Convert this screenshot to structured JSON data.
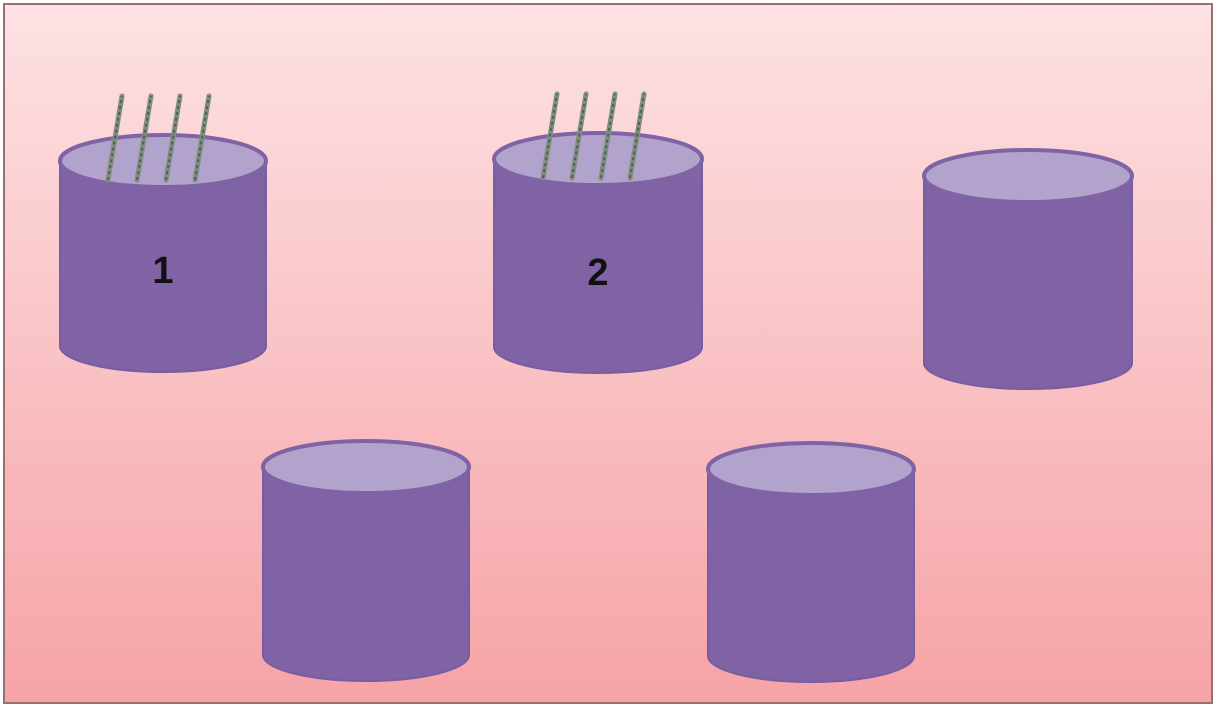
{
  "colors": {
    "background_top": "#fde2e4",
    "background_bottom": "#f6a3a6",
    "frame_border": "#9a6f72",
    "cylinder_body": "#8063a5",
    "cylinder_outline": "#7a5da0",
    "cylinder_top": "#b2a3cc",
    "stick": "#7f8f7f",
    "stick_shade": "#4f5f51"
  },
  "cylinders": [
    {
      "label": "1",
      "stick_count": 4
    },
    {
      "label": "2",
      "stick_count": 4
    },
    {
      "label": "",
      "stick_count": 0
    },
    {
      "label": "",
      "stick_count": 0
    },
    {
      "label": "",
      "stick_count": 0
    }
  ]
}
